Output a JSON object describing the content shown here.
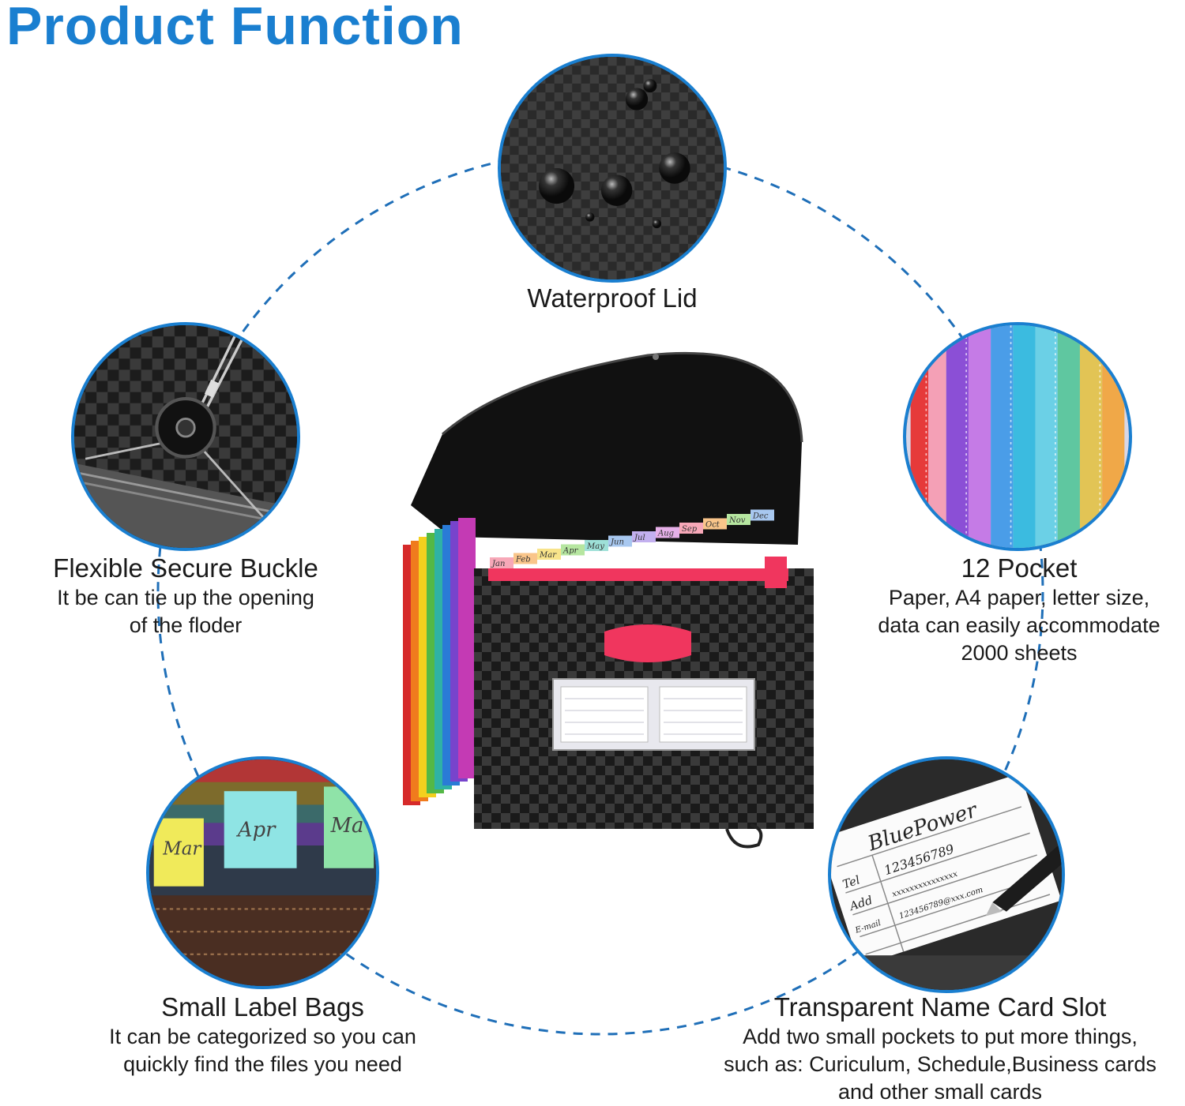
{
  "title": "Product Function",
  "colors": {
    "accent": "#1a7fd0",
    "ring": "#1f6fb8",
    "highlight": "#f0365e"
  },
  "features": {
    "waterproof": {
      "heading": "Waterproof Lid",
      "icon": "water-drops-icon"
    },
    "buckle": {
      "heading": "Flexible Secure Buckle",
      "desc1": "It be can tie up the opening",
      "desc2": "of the floder",
      "icon": "buckle-icon"
    },
    "pocket": {
      "heading": "12 Pocket",
      "desc1": "Paper, A4 paper, letter size,",
      "desc2": "data can easily accommodate",
      "desc3": "2000 sheets",
      "icon": "colored-pockets-icon"
    },
    "label": {
      "heading": "Small Label Bags",
      "desc1": "It can be categorized so you can",
      "desc2": "quickly find the files you need",
      "icon": "label-tab-icon"
    },
    "card": {
      "heading": "Transparent Name Card Slot",
      "desc1": "Add two small pockets to put more things,",
      "desc2": "such as: Curiculum, Schedule,Business cards",
      "desc3": "and other small cards",
      "icon": "name-card-icon"
    }
  },
  "tabs": [
    "Jan",
    "Feb",
    "Mar",
    "Apr",
    "May",
    "Jun",
    "Jul",
    "Aug",
    "Sep",
    "Oct",
    "Nov",
    "Dec"
  ],
  "label_tabs": [
    "Mar",
    "Apr",
    "Ma"
  ],
  "card": {
    "brand": "BluePower",
    "tel_label": "Tel",
    "tel": "123456789",
    "add_label": "Add",
    "add": "xxxxxxxxxxxxxxx",
    "email_label": "E-mail",
    "email": "123456789@xxx.com"
  }
}
